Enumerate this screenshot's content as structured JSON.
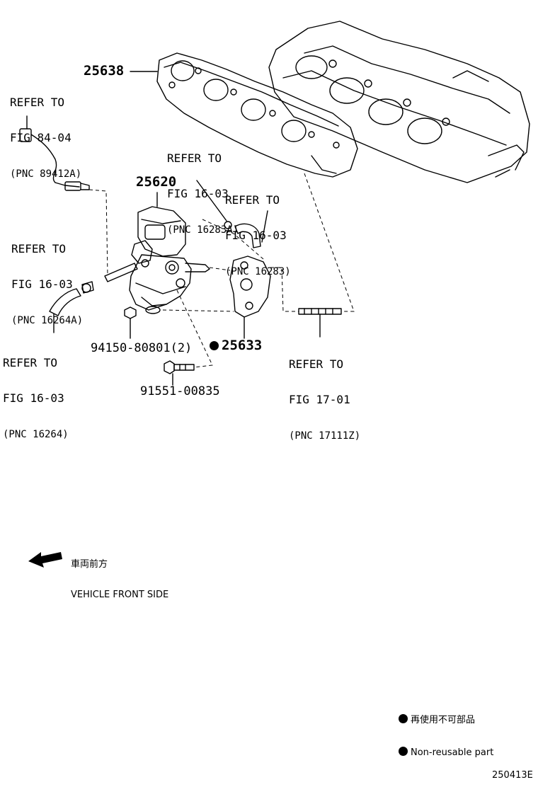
{
  "references": {
    "fig_84_04": {
      "line1": "REFER TO",
      "line2": "FIG 84-04",
      "pnc": "(PNC 89412A)"
    },
    "fig_16_03_a": {
      "line1": "REFER TO",
      "line2": "FIG 16-03",
      "pnc": "(PNC 16283A)"
    },
    "fig_16_03_b": {
      "line1": "REFER TO",
      "line2": "FIG 16-03",
      "pnc": "(PNC 16283)"
    },
    "fig_16_03_c": {
      "line1": "REFER TO",
      "line2": "FIG 16-03",
      "pnc": "(PNC 16264A)"
    },
    "fig_16_03_d": {
      "line1": "REFER TO",
      "line2": "FIG 16-03",
      "pnc": "(PNC 16264)"
    },
    "fig_17_01": {
      "line1": "REFER TO",
      "line2": "FIG 17-01",
      "pnc": "(PNC 17111Z)"
    }
  },
  "parts": {
    "p25638": "25638",
    "p25620": "25620",
    "p25633": "25633",
    "p94150": "94150-80801(2)",
    "p91551": "91551-00835"
  },
  "orientation": {
    "jp": "車両前方",
    "en": "VEHICLE FRONT SIDE"
  },
  "legend": {
    "jp": "再使用不可部品",
    "en": "Non-reusable part"
  },
  "figure_code": "250413E"
}
